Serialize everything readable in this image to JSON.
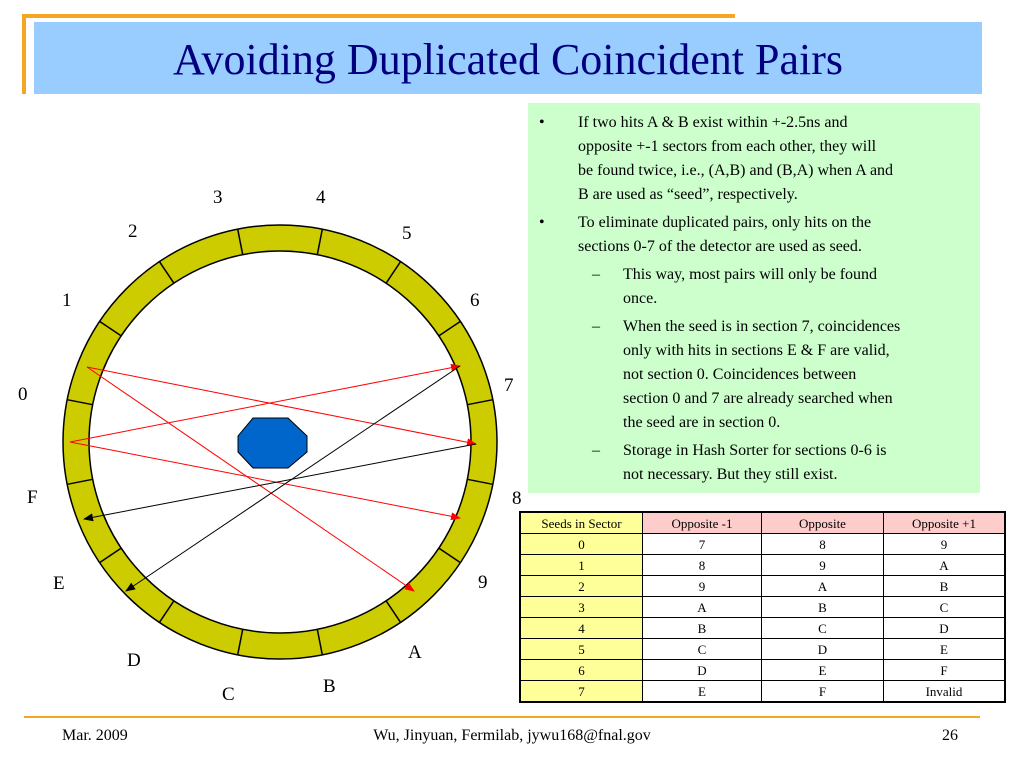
{
  "title": "Avoiding Duplicated Coincident Pairs",
  "bullets": [
    {
      "lines": [
        "If two hits A & B exist within +-2.5ns and",
        "opposite +-1 sectors from each other, they will",
        "be found twice, i.e., (A,B) and (B,A) when A and",
        "B are used as “seed”, respectively."
      ]
    },
    {
      "lines": [
        "To eliminate duplicated pairs, only hits on the",
        "sections 0-7 of the detector are used as seed."
      ],
      "subs": [
        {
          "lines": [
            "This way, most pairs will only be found",
            "once."
          ]
        },
        {
          "lines": [
            "When the seed is in section 7, coincidences",
            "only with hits in sections E & F are valid,",
            "not section 0.  Coincidences between",
            "section 0 and 7 are already searched when",
            "the seed are in section 0."
          ]
        },
        {
          "lines": [
            "Storage in Hash Sorter for sections 0-6 is",
            "not necessary.  But they still exist."
          ]
        }
      ]
    }
  ],
  "bullet_symbol": "•",
  "dash_symbol": "–",
  "sector_labels": [
    "0",
    "1",
    "2",
    "3",
    "4",
    "5",
    "6",
    "7",
    "8",
    "9",
    "A",
    "B",
    "C",
    "D",
    "E",
    "F"
  ],
  "colors": {
    "ring": "#cccc00",
    "center": "#0066cc",
    "red_lines": "#ff0000",
    "black_lines": "#000000"
  },
  "table": {
    "headers": [
      "Seeds in Sector",
      "Opposite -1",
      "Opposite",
      "Opposite +1"
    ],
    "rows": [
      [
        "0",
        "7",
        "8",
        "9"
      ],
      [
        "1",
        "8",
        "9",
        "A"
      ],
      [
        "2",
        "9",
        "A",
        "B"
      ],
      [
        "3",
        "A",
        "B",
        "C"
      ],
      [
        "4",
        "B",
        "C",
        "D"
      ],
      [
        "5",
        "C",
        "D",
        "E"
      ],
      [
        "6",
        "D",
        "E",
        "F"
      ],
      [
        "7",
        "E",
        "F",
        "Invalid"
      ]
    ]
  },
  "footer": {
    "date": "Mar. 2009",
    "author": "Wu, Jinyuan, Fermilab, jywu168@fnal.gov",
    "page": "26"
  }
}
